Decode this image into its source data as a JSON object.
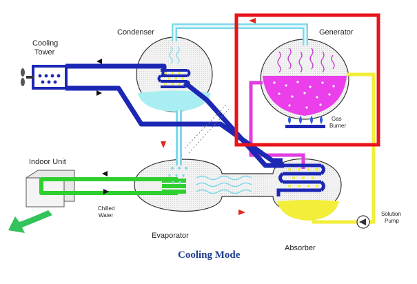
{
  "labels": {
    "cooling_tower": [
      "Cooling",
      "Tower"
    ],
    "condenser": "Condenser",
    "generator": "Generator",
    "gas_burner": [
      "Gas",
      "Burner"
    ],
    "indoor_unit": "Indoor Unit",
    "chilled_water": [
      "Chilled",
      "Water"
    ],
    "evaporator": "Evaporator",
    "absorber": "Absorber",
    "solution_pump": [
      "Solution",
      "Pump"
    ]
  },
  "title": "Cooling Mode",
  "colors": {
    "blue_pipe": "#1c28b4",
    "cyan_pipe": "#7fd8e8",
    "green_coil": "#2fcf2f",
    "magenta": "#e23ce0",
    "yellow": "#f2ee3a",
    "highlight": "#e8141c",
    "arrow_red": "#e0251b",
    "arrow_black": "#111111",
    "flame": "#2f5bd6"
  }
}
